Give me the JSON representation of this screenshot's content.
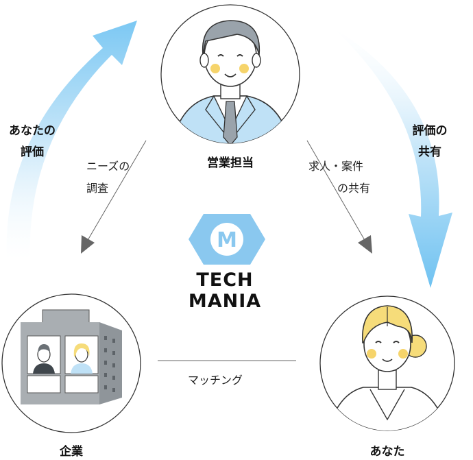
{
  "nodes": {
    "sales": "営業担当",
    "company": "企業",
    "you": "あなた"
  },
  "arrows": {
    "left_line1": "あなたの",
    "left_line2": "評価",
    "right_line1": "評価の",
    "right_line2": "共有"
  },
  "flows": {
    "needs_line1": "ニーズの",
    "needs_line2": "調査",
    "jobs_line1": "求人・案件",
    "jobs_line2": "の共有",
    "matching": "マッチング"
  },
  "logo": {
    "letter": "M",
    "line1": "TECH",
    "line2": "MANIA"
  },
  "colors": {
    "arrow_blue": "#8fd0f5",
    "hex_blue": "#8ac8ef",
    "gray_line": "#666666",
    "node_border": "#333333",
    "suit_blue": "#bfe1f6",
    "hair_yellow": "#f6dc7a",
    "cheek": "#f6d46b"
  }
}
